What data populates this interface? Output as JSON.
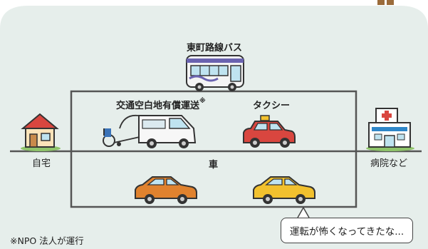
{
  "labels": {
    "bus": "東町路線バス",
    "npo_transport": "交通空白地有償運送",
    "npo_mark": "※",
    "taxi": "タクシー",
    "home": "自宅",
    "hospital": "病院など",
    "car": "車",
    "footnote": "※NPO 法人が運行",
    "speech": "運転が怖くなってきたな..."
  },
  "colors": {
    "background_panel": "#e6eeeb",
    "line": "#555555",
    "taxi_red": "#d9463f",
    "car_orange": "#e0822e",
    "car_yellow": "#f2c12e",
    "bus_white": "#f4f4f4",
    "bus_accent": "#6a63b0",
    "van_white": "#f7f7f7",
    "house_roof": "#d9463f",
    "house_wall": "#fbe3b9",
    "hospital_blue": "#2e86c8"
  },
  "icons": [
    "bus-icon",
    "van-icon",
    "wheelchair-icon",
    "taxi-icon",
    "house-icon",
    "hospital-icon",
    "car-orange-icon",
    "car-yellow-icon"
  ]
}
